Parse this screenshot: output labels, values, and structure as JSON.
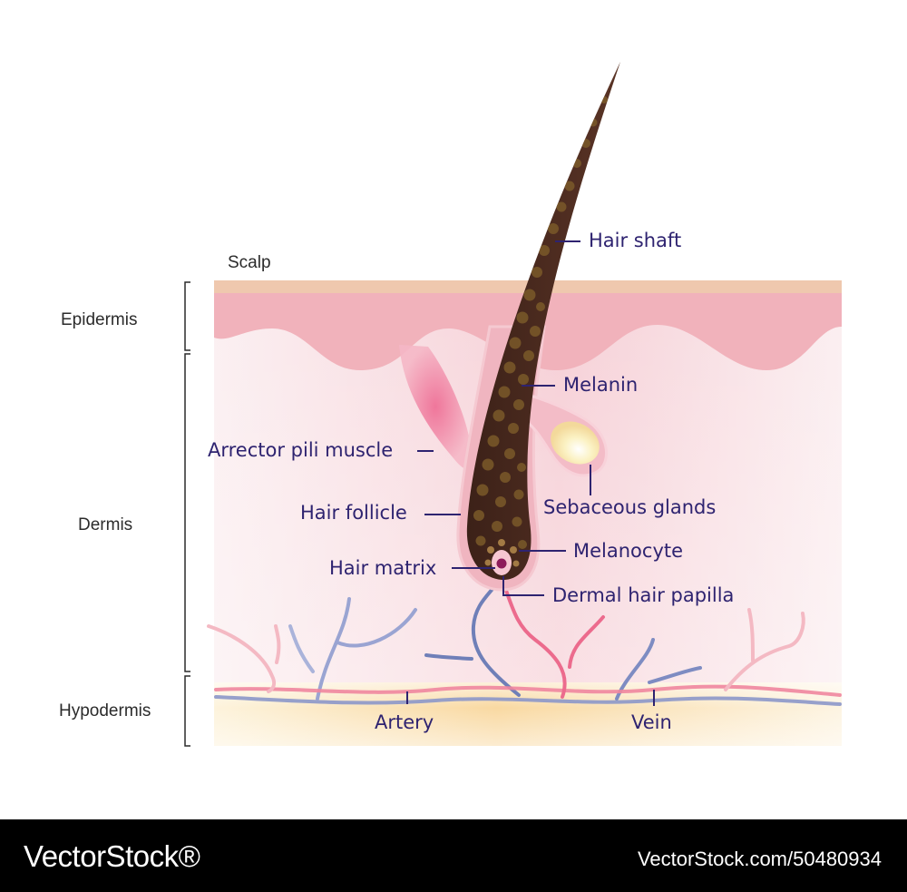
{
  "layers": {
    "scalp": "Scalp",
    "epidermis": "Epidermis",
    "dermis": "Dermis",
    "hypodermis": "Hypodermis"
  },
  "parts": {
    "hair_shaft": "Hair shaft",
    "melanin": "Melanin",
    "arrector_pili_muscle": "Arrector pili muscle",
    "sebaceous_glands": "Sebaceous glands",
    "hair_follicle": "Hair follicle",
    "melanocyte": "Melanocyte",
    "hair_matrix": "Hair matrix",
    "dermal_hair_papilla": "Dermal hair papilla",
    "artery": "Artery",
    "vein": "Vein"
  },
  "colors": {
    "scalp_surface": "#efc8ae",
    "epidermis": "#f1b2bb",
    "dermis": "#f9dfe3",
    "hypodermis": "#fbe3b8",
    "hair": "#4a2a20",
    "melanin_dots": "#7b5a2a",
    "label_text": "#2e2370",
    "artery": "#ec6b8d",
    "vein": "#6f7fb8"
  },
  "footer": {
    "brand": "VectorStock®",
    "ref": "VectorStock.com/50480934"
  }
}
